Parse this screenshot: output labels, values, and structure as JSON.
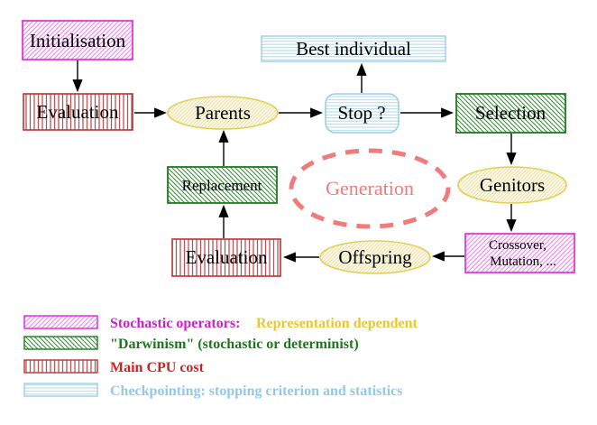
{
  "diagram": {
    "nodes": {
      "initialisation": "Initialisation",
      "evaluation_top": "Evaluation",
      "parents": "Parents",
      "best_individual": "Best individual",
      "stop": "Stop ?",
      "selection": "Selection",
      "replacement": "Replacement",
      "genitors": "Genitors",
      "generation": "Generation",
      "offspring": "Offspring",
      "evaluation_bottom": "Evaluation",
      "crossover_line1": "Crossover,",
      "crossover_line2": "Mutation, ..."
    },
    "colors": {
      "magenta_border": "#dd22dd",
      "magenta_hatch": "#ee8fee",
      "green_border": "#1f7a1f",
      "green_hatch": "#3d8f3d",
      "red_border": "#bb3333",
      "red_stripe": "#bb5555",
      "cyan_border": "#9fcde2",
      "cyan_stripe": "#b5dcec",
      "yellow_border": "#e3cf58",
      "yellow_hatch": "#ecdf96",
      "salmon_dashed": "#ef7b7b",
      "legend_magenta_text": "#cc22cc",
      "legend_gold_text": "#e8c832",
      "legend_green_text": "#1a7a1a",
      "legend_red_text": "#cc2222",
      "legend_cyan_text": "#92c8e8",
      "arrow": "#000000"
    },
    "legend": [
      {
        "label": "Stochastic operators:",
        "label2": "Representation dependent"
      },
      {
        "label": "\"Darwinism\" (stochastic or determinist)"
      },
      {
        "label": "Main CPU cost"
      },
      {
        "label": "Checkpointing: stopping criterion and statistics"
      }
    ]
  }
}
